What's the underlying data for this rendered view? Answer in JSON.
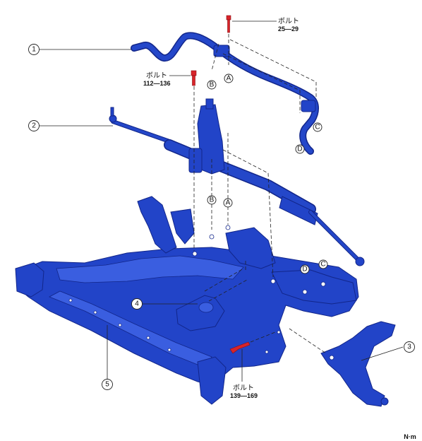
{
  "callouts": [
    {
      "number": "1"
    },
    {
      "number": "2"
    },
    {
      "number": "3"
    },
    {
      "number": "4"
    },
    {
      "number": "5"
    }
  ],
  "points": {
    "a": "A",
    "b": "B",
    "c": "C",
    "d": "D"
  },
  "bolts": [
    {
      "label": "ボルト",
      "torque": "25—29"
    },
    {
      "label": "ボルト",
      "torque": "112—136"
    },
    {
      "label": "ボルト",
      "torque": "139—169"
    }
  ],
  "unit": "N·m",
  "colors": {
    "part": "#2244c8",
    "bolt": "#d8242a"
  }
}
